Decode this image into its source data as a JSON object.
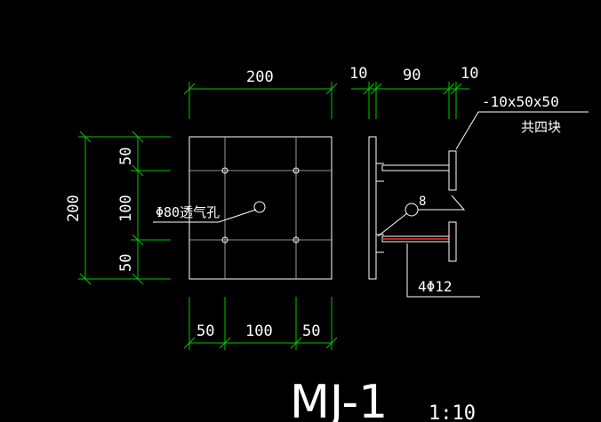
{
  "drawing": {
    "title": "MJ-1",
    "scale": "1:10",
    "colors": {
      "background": "#000000",
      "dimension": "#00c800",
      "object": "#ffffff",
      "weld": "#ff2a2a"
    }
  },
  "plan_view": {
    "dims_top": [
      "200"
    ],
    "dims_left_total": "200",
    "dims_left_parts": [
      "50",
      "100",
      "50"
    ],
    "dims_bottom": [
      "50",
      "100",
      "50"
    ],
    "hole_label": "Φ80透气孔"
  },
  "section_view": {
    "dims_top": [
      "10",
      "90",
      "10"
    ],
    "plate_note": "-10x50x50",
    "plate_note_sub": "共四块",
    "weld_size": "8",
    "rebar_note": "4Φ12"
  }
}
